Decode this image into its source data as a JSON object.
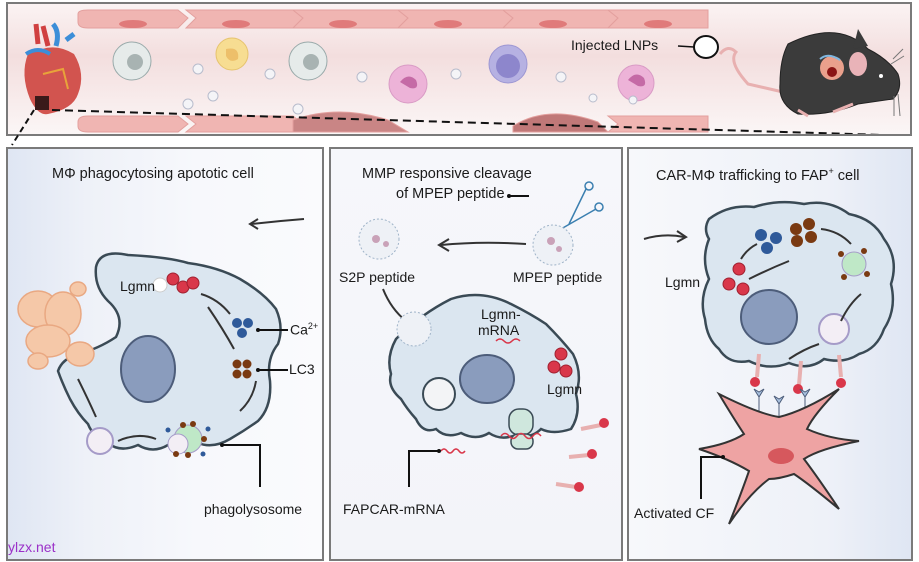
{
  "top_panel": {
    "label_lnps": "Injected LNPs"
  },
  "panel_left": {
    "title": "MΦ phagocytosing apototic cell",
    "label_lgmn": "Lgmn",
    "label_ca": "Ca",
    "label_ca_sup": "2+",
    "label_lc3": "LC3",
    "label_phagolysosome": "phagolysosome"
  },
  "panel_middle": {
    "title_line1": "MMP responsive cleavage",
    "title_line2": "of MPEP peptide",
    "label_s2p": "S2P peptide",
    "label_mpep": "MPEP peptide",
    "label_lgmn_mrna_1": "Lgmn-",
    "label_lgmn_mrna_2": "mRNA",
    "label_lgmn": "Lgmn",
    "label_fapcar": "FAPCAR-mRNA"
  },
  "panel_right": {
    "title_main": "CAR-MΦ trafficking to FAP",
    "title_sup": "+",
    "title_end": " cell",
    "label_lgmn": "Lgmn",
    "label_cf": "Activated  CF"
  },
  "watermark": "ylzx.net",
  "colors": {
    "lgmn_red": "#d9374a",
    "calcium_blue": "#2f5a9a",
    "lc3_brown": "#7a3a12",
    "nucleus": "#8a9cbd",
    "cell_fill": "#dbe6f0",
    "fibroblast": "#eea3a3",
    "watermark": "#9b30c8"
  }
}
